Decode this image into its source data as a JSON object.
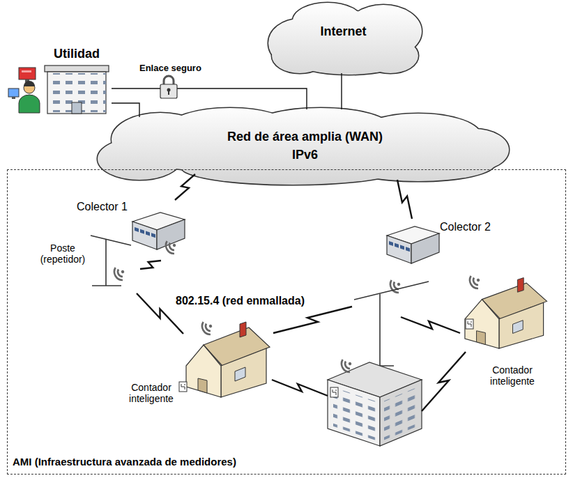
{
  "diagram": {
    "nodes": [
      {
        "text": [
          "Utilidad"
        ]
      },
      {
        "text": [
          "Internet"
        ]
      },
      {
        "text": [
          "Red de área amplia (WAN)",
          "IPv6"
        ]
      },
      {
        "text": [
          "AMI (Infraestructura avanzada de medidores)"
        ]
      },
      {
        "text": [
          "Colector 1"
        ],
        "in": 3
      },
      {
        "text": [
          "Colector 2"
        ],
        "in": 3
      },
      {
        "text": [
          "Poste (repetidor)"
        ],
        "in": 3
      },
      {
        "text": [
          "Contador inteligente"
        ],
        "in": 3
      },
      {
        "text": [
          "Contador inteligente"
        ],
        "in": 3
      }
    ],
    "edges": [
      {
        "from": 0,
        "to": 2,
        "arrow": "none",
        "label": "Enlace seguro"
      },
      {
        "from": 0,
        "to": 2,
        "arrow": "none"
      },
      {
        "from": 1,
        "to": 2,
        "arrow": "none"
      },
      {
        "from": 2,
        "to": 4,
        "arrow": "none"
      },
      {
        "from": 2,
        "to": 5,
        "arrow": "none"
      },
      {
        "from": 4,
        "to": 6,
        "arrow": "none"
      },
      {
        "from": 6,
        "to": 7,
        "arrow": "none"
      }
    ],
    "labels": [
      "802.15.4 (red enmallada)"
    ]
  }
}
